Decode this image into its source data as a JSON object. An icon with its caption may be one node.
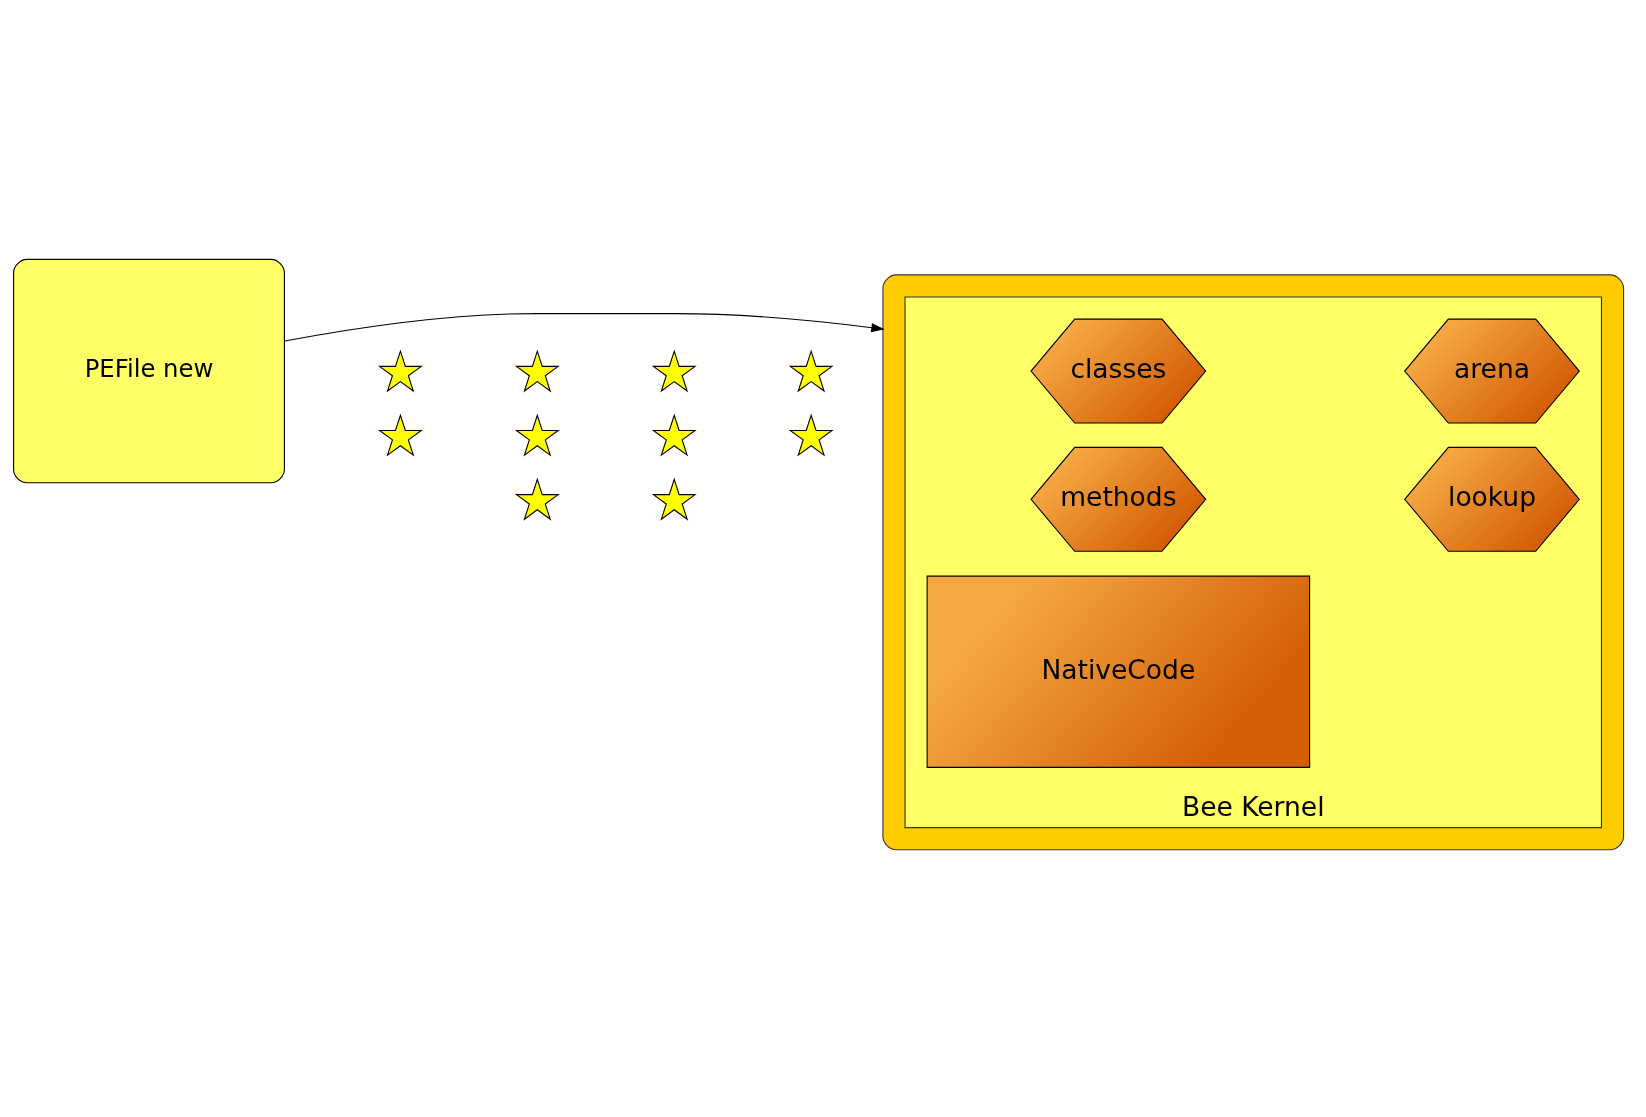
{
  "diagram": {
    "nodes": [
      {
        "text": [
          "PEFile new"
        ]
      },
      {
        "text": [],
        "shape": "box"
      },
      {
        "text": [
          "Bee Kernel"
        ],
        "in": 1
      },
      {
        "text": [
          "classes"
        ],
        "in": 2
      },
      {
        "text": [
          "arena"
        ],
        "in": 2
      },
      {
        "text": [
          "methods"
        ],
        "in": 2
      },
      {
        "text": [
          "lookup"
        ],
        "in": 2
      },
      {
        "text": [
          "NativeCode"
        ],
        "in": 2
      },
      {
        "text": [],
        "shape": "star"
      },
      {
        "text": [],
        "shape": "star"
      },
      {
        "text": [],
        "shape": "star"
      },
      {
        "text": [],
        "shape": "star"
      },
      {
        "text": [],
        "shape": "star"
      },
      {
        "text": [],
        "shape": "star"
      },
      {
        "text": [],
        "shape": "star"
      },
      {
        "text": [],
        "shape": "star"
      },
      {
        "text": [],
        "shape": "star"
      },
      {
        "text": [],
        "shape": "star"
      }
    ],
    "edges": [
      {
        "from": 0,
        "to": 1,
        "arrow": "to"
      }
    ]
  }
}
